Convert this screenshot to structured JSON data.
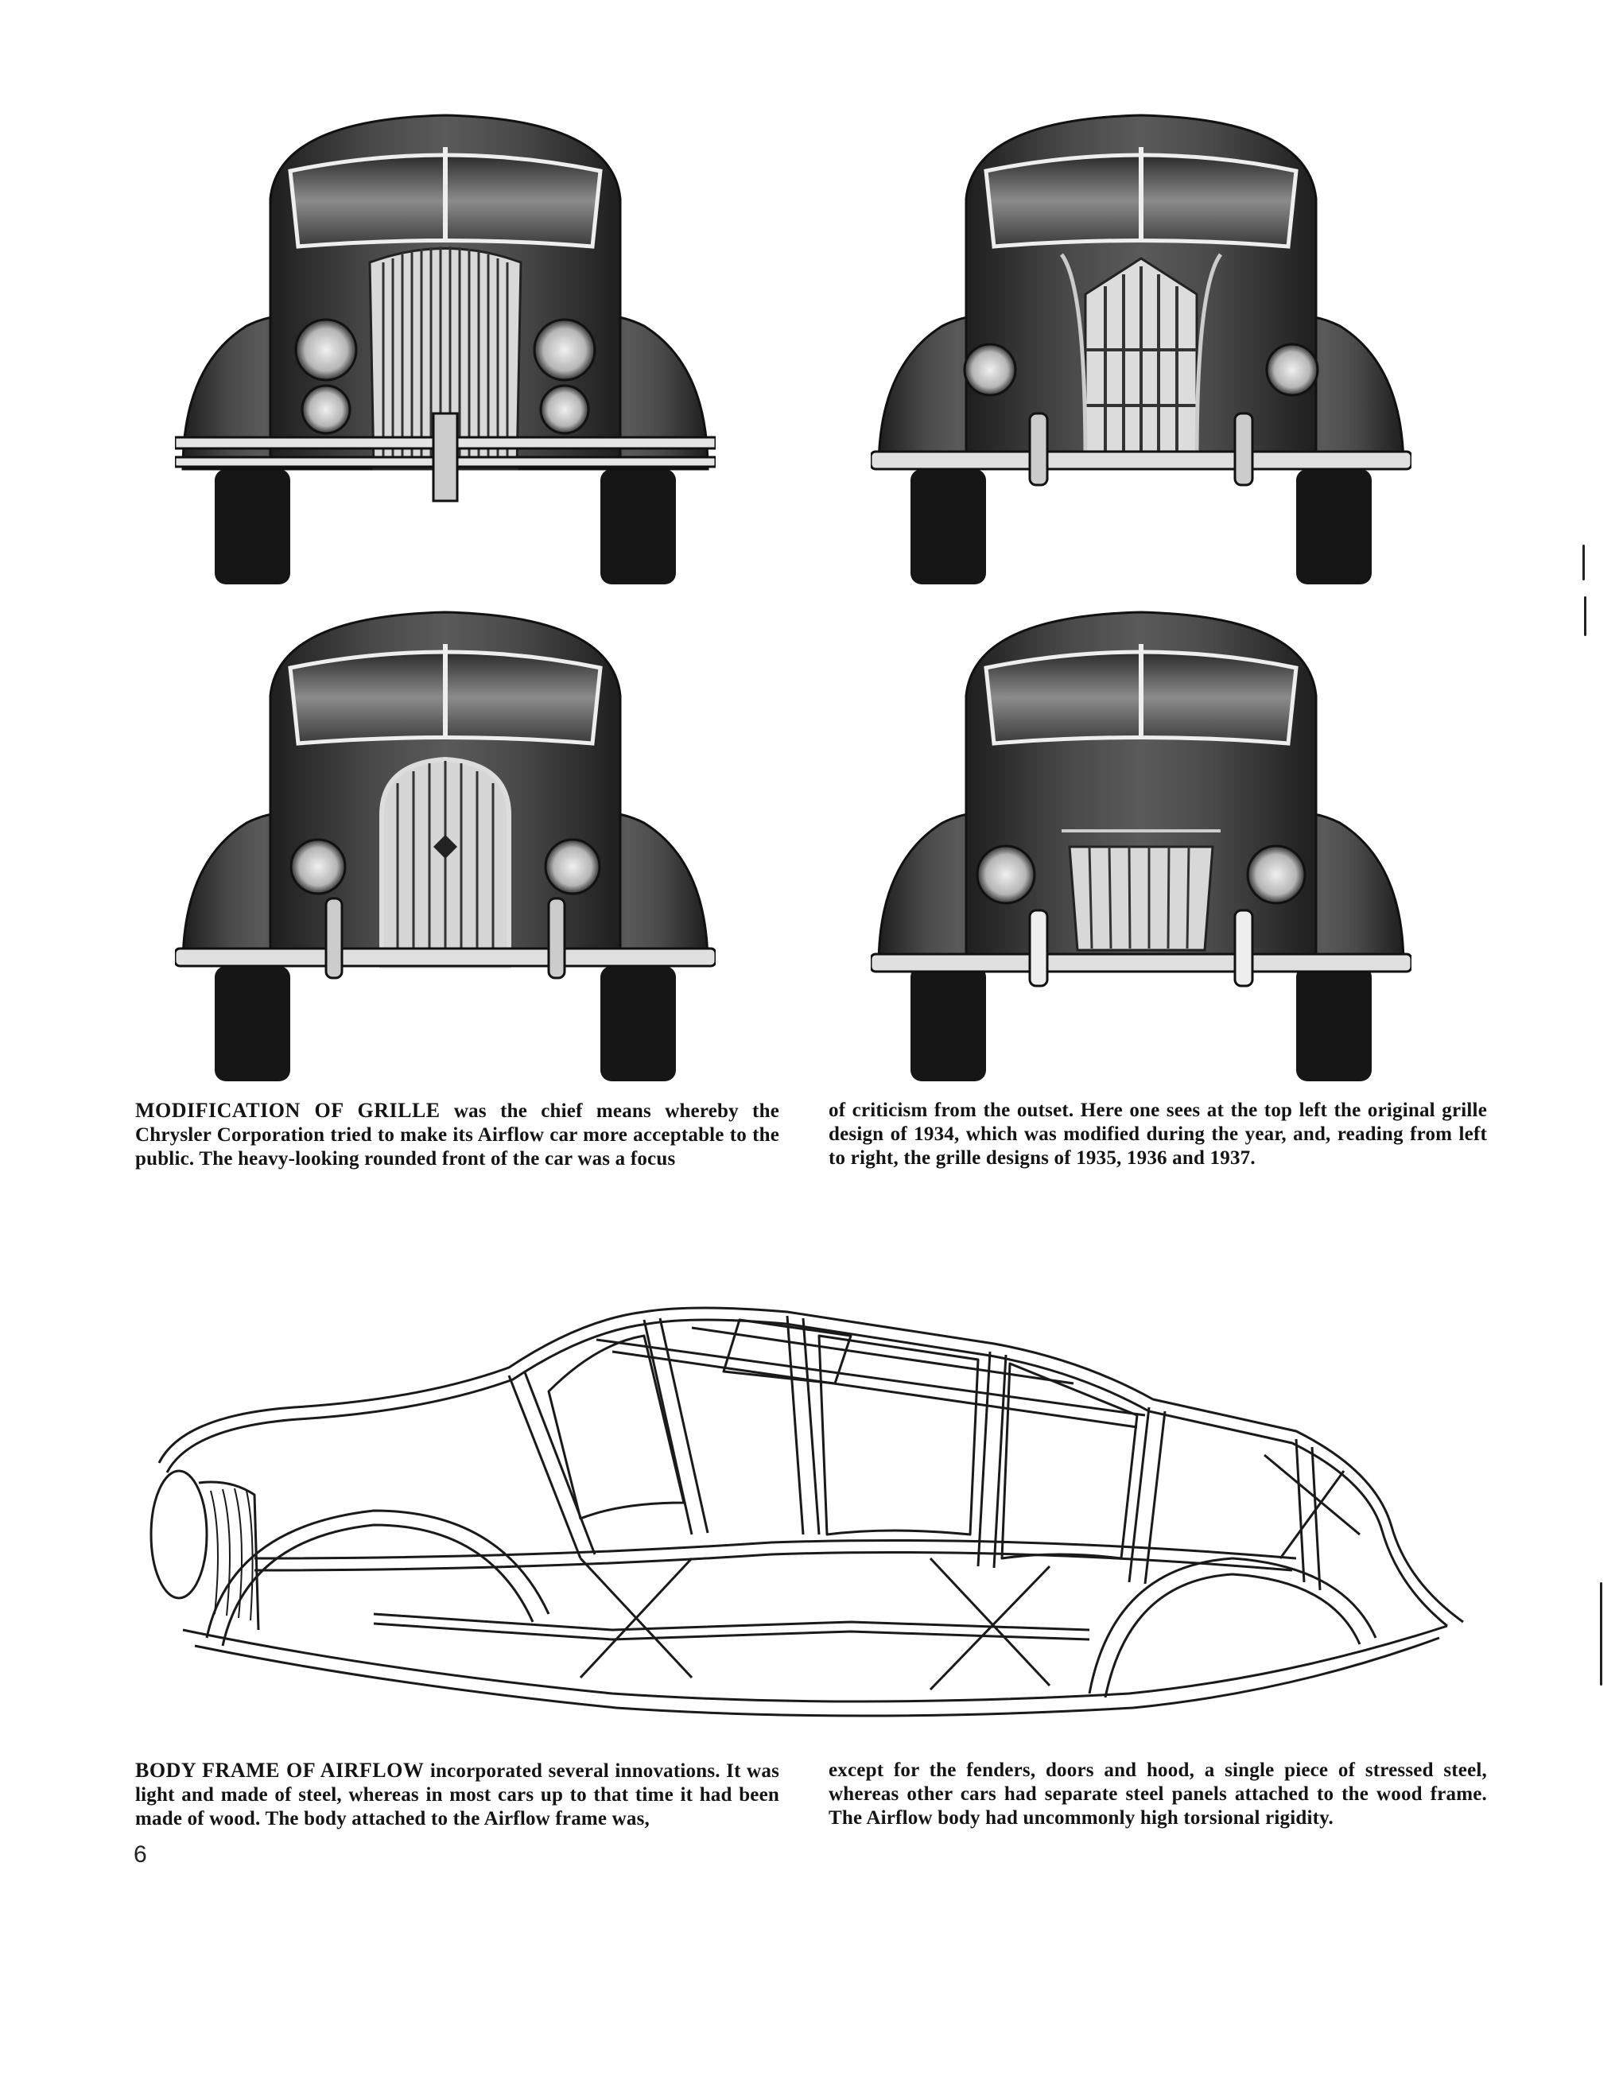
{
  "grille_caption": {
    "left_lead": "MODIFICATION OF GRILLE",
    "left_text": " was the chief means whereby the Chrysler Corporation tried to make its Airflow car more acceptable to the public. The heavy-looking rounded front of the car was a focus",
    "right_text": "of criticism from the outset. Here one sees at the top left the original grille design of 1934, which was modified during the year, and, reading from left to right, the grille designs of 1935, 1936 and 1937."
  },
  "frame_caption": {
    "left_lead": "BODY FRAME OF AIRFLOW",
    "left_text": " incorporated several innovations. It was light and made of steel, whereas in most cars up to that time it had been made of wood. The body attached to the Airflow frame was,",
    "right_text": "except for the fenders, doors and hood, a single piece of stressed steel, whereas other cars had separate steel panels attached to the wood frame. The Airflow body had uncommonly high torsional rigidity."
  },
  "page_number": "6",
  "colors": {
    "ink": "#141414",
    "body_dark": "#3a3a3a",
    "paper": "#ffffff"
  },
  "figures": [
    {
      "id": "car-1934",
      "grille": "vertical-fine-bars"
    },
    {
      "id": "car-1935",
      "grille": "pointed-vertical-bars"
    },
    {
      "id": "car-1936",
      "grille": "rounded-arch"
    },
    {
      "id": "car-1937",
      "grille": "low-rectangular"
    }
  ]
}
